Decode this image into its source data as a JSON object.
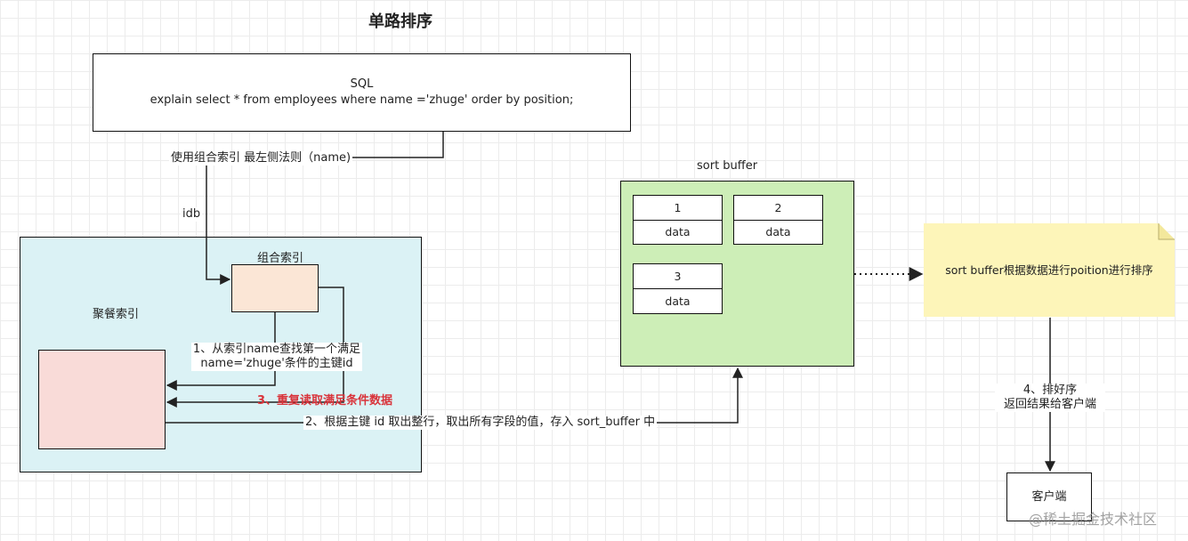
{
  "title": "单路排序",
  "sql_box": {
    "line1": "SQL",
    "line2": "explain select * from employees where name ='zhuge' order by position;"
  },
  "labels": {
    "composite_rule": "使用组合索引 最左侧法则（name)",
    "idb": "idb",
    "composite_index": "组合索引",
    "clustered_index": "聚餐索引",
    "step1_line1": "1、从索引name查找第一个满足",
    "step1_line2": "name='zhuge'条件的主键id",
    "step3": "3、重复读取满足条件数据",
    "step2": "2、根据主键 id 取出整行，取出所有字段的值，存入 sort_buffer 中",
    "sort_buffer_title": "sort buffer",
    "note": "sort buffer根据数据进行poition进行排序",
    "step4_line1": "4、排好序",
    "step4_line2": "返回结果给客户端",
    "client": "客户端",
    "watermark": "@稀土掘金技术社区"
  },
  "buffer_cells": [
    {
      "id": "1",
      "data": "data"
    },
    {
      "id": "2",
      "data": "data"
    },
    {
      "id": "3",
      "data": "data"
    }
  ],
  "colors": {
    "clustered_bg": "#dbf2f5",
    "composite_bg": "#fbe6d6",
    "clustered_inner_bg": "#f9dbd8",
    "sort_buffer_bg": "#cdeeb7",
    "note_bg": "#fdf5b9",
    "step3_text": "#d9343b"
  }
}
